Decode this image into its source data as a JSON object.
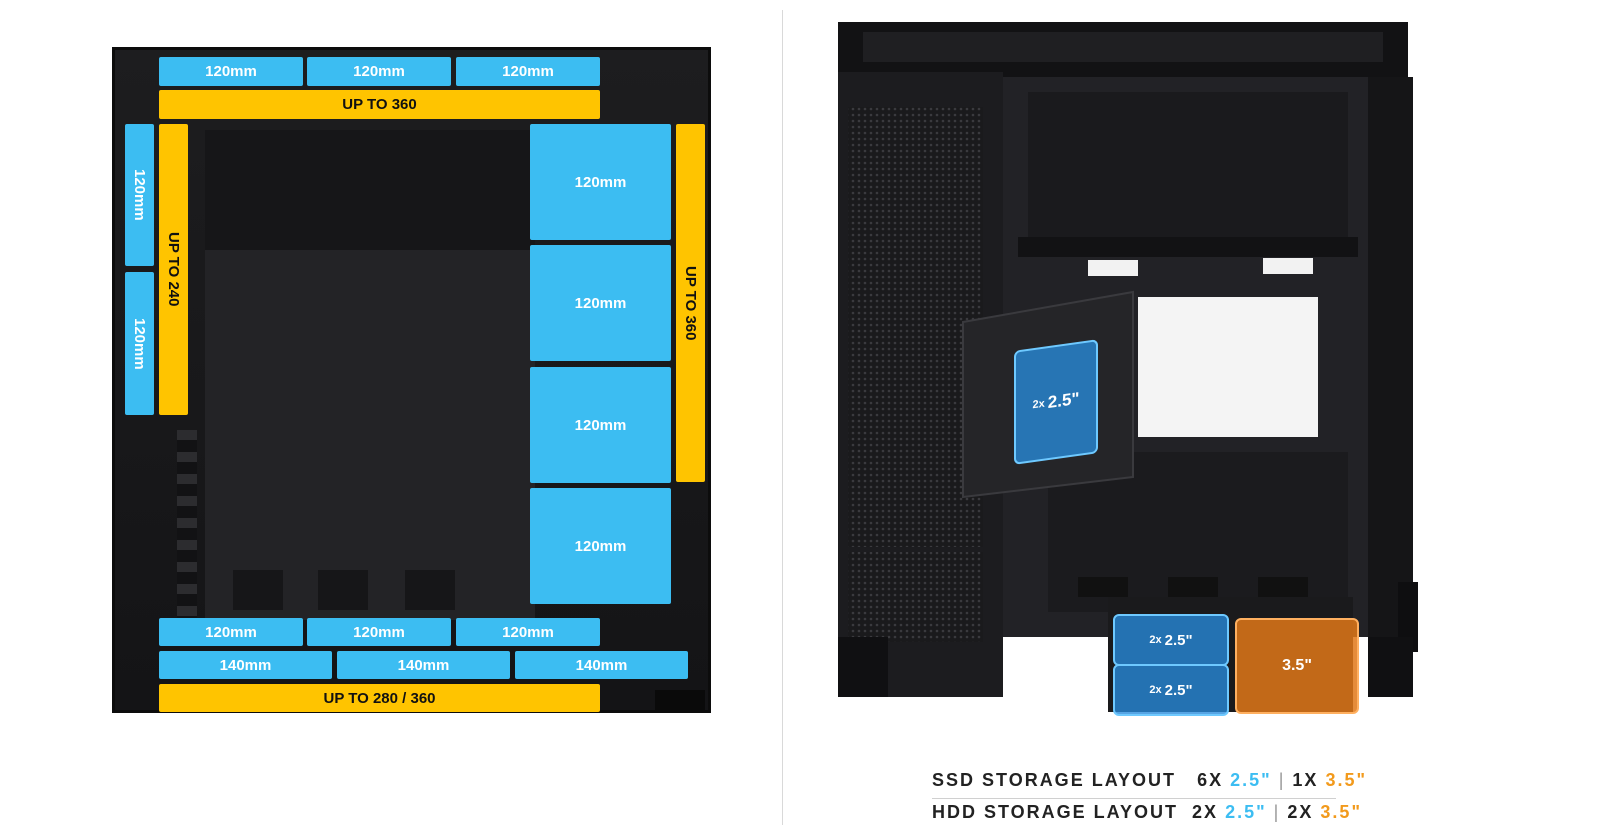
{
  "left_diagram": {
    "top_fans": [
      "120mm",
      "120mm",
      "120mm"
    ],
    "top_radiator": "UP TO 360",
    "left_fans": [
      "120mm",
      "120mm"
    ],
    "left_radiator": "UP TO 240",
    "side_fans": [
      "120mm",
      "120mm",
      "120mm",
      "120mm"
    ],
    "right_radiator": "UP TO 360",
    "bottom_fans_120": [
      "120mm",
      "120mm",
      "120mm"
    ],
    "bottom_fans_140": [
      "140mm",
      "140mm",
      "140mm"
    ],
    "bottom_radiator": "UP TO 280 / 360"
  },
  "right_diagram": {
    "mount_label_qty": "2x",
    "mount_label_size": "2.5\"",
    "drive_1_qty": "2x",
    "drive_1_size": "2.5\"",
    "drive_2_qty": "2x",
    "drive_2_size": "2.5\"",
    "drive_3_size": "3.5\"",
    "ssd_label": "SSD STORAGE LAYOUT",
    "ssd_25": "6X",
    "ssd_25_size": "2.5\"",
    "ssd_35": "1X",
    "ssd_35_size": "3.5\"",
    "hdd_label": "HDD STORAGE LAYOUT",
    "hdd_25": "2X",
    "hdd_25_size": "2.5\"",
    "hdd_35": "2X",
    "hdd_35_size": "3.5\"",
    "separator": "|"
  },
  "colors": {
    "fan_blue": "#3cbdf2",
    "radiator_yellow": "#ffc400",
    "ssd_blue": "#3cbdf2",
    "hdd_orange": "#f29a1c"
  }
}
